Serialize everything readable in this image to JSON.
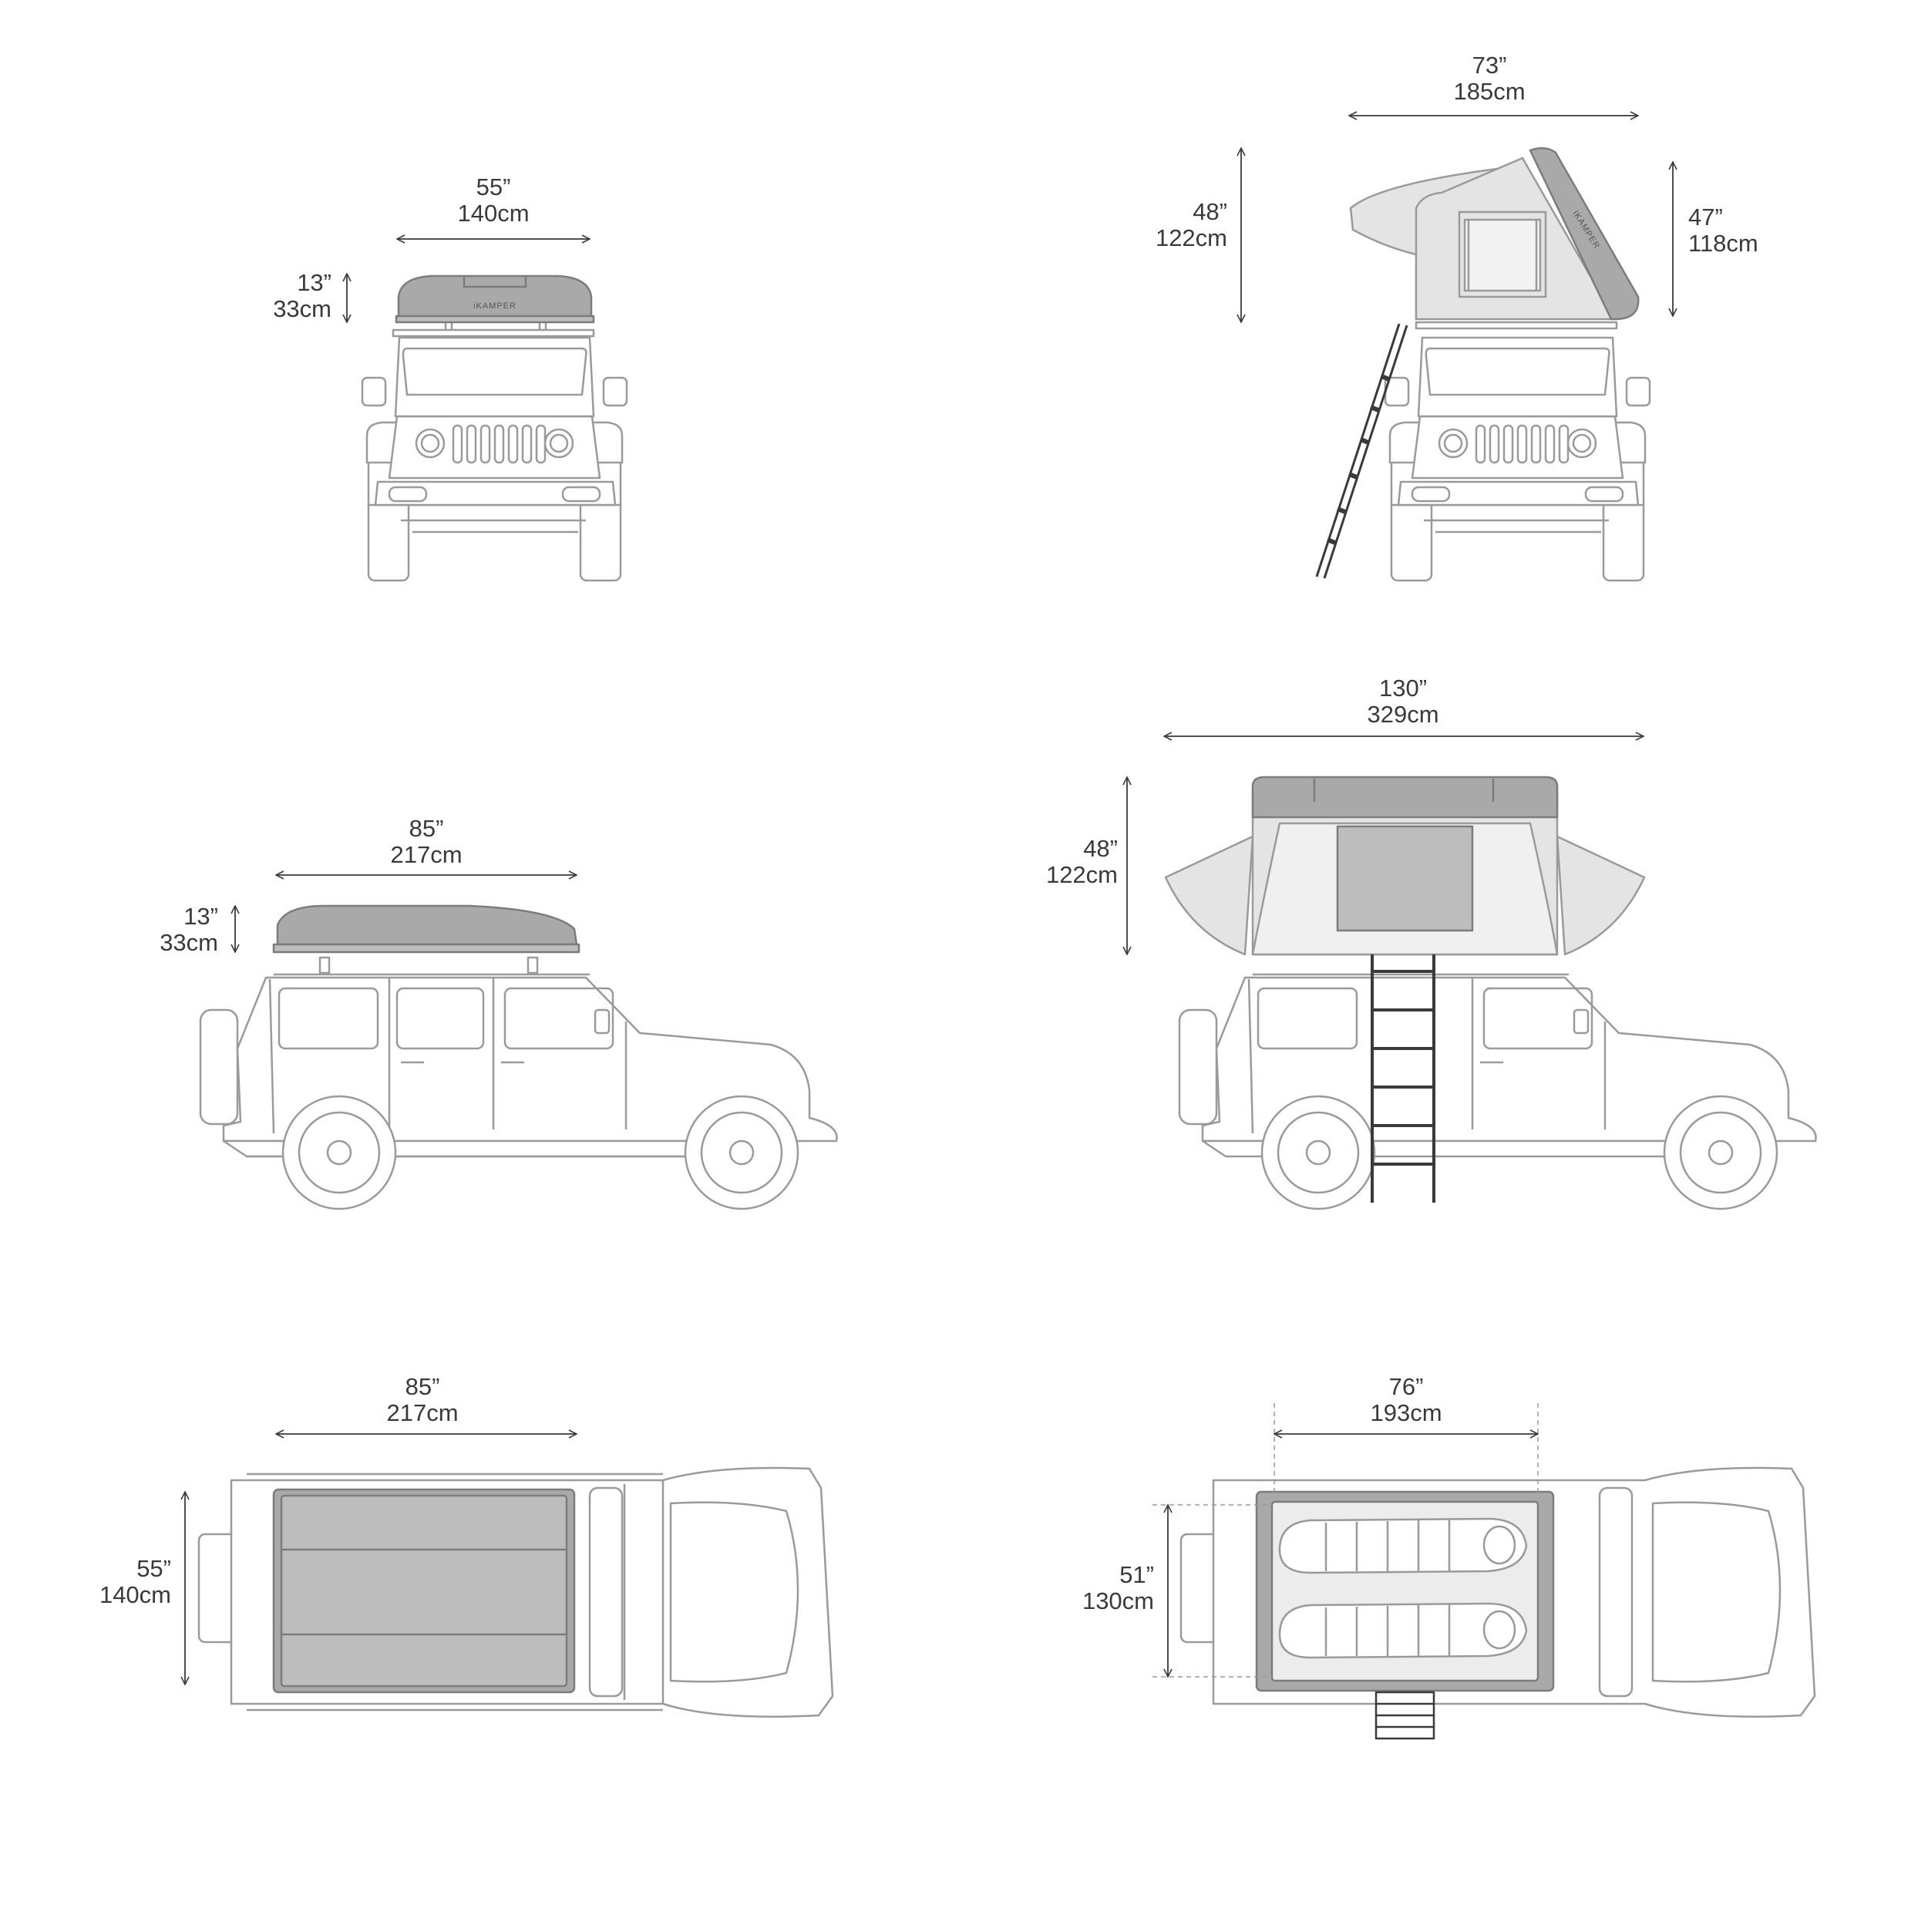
{
  "brand": "iKAMPER",
  "colors": {
    "outline": "#9a9a9a",
    "dim_line": "#3a3a3a",
    "tent_shell": "#a9a9a9",
    "tent_fabric": "#e4e4e4",
    "tent_window": "#bdbdbd"
  },
  "views": {
    "front_closed": {
      "width": {
        "in": "55”",
        "cm": "140cm"
      },
      "height": {
        "in": "13”",
        "cm": "33cm"
      }
    },
    "front_open": {
      "width": {
        "in": "73”",
        "cm": "185cm"
      },
      "height_left": {
        "in": "48”",
        "cm": "122cm"
      },
      "height_right": {
        "in": "47”",
        "cm": "118cm"
      }
    },
    "side_closed": {
      "length": {
        "in": "85”",
        "cm": "217cm"
      },
      "height": {
        "in": "13”",
        "cm": "33cm"
      }
    },
    "side_open": {
      "length": {
        "in": "130”",
        "cm": "329cm"
      },
      "height": {
        "in": "48”",
        "cm": "122cm"
      }
    },
    "top_closed": {
      "length": {
        "in": "85”",
        "cm": "217cm"
      },
      "width": {
        "in": "55”",
        "cm": "140cm"
      }
    },
    "top_open": {
      "length": {
        "in": "76”",
        "cm": "193cm"
      },
      "width": {
        "in": "51”",
        "cm": "130cm"
      }
    }
  }
}
